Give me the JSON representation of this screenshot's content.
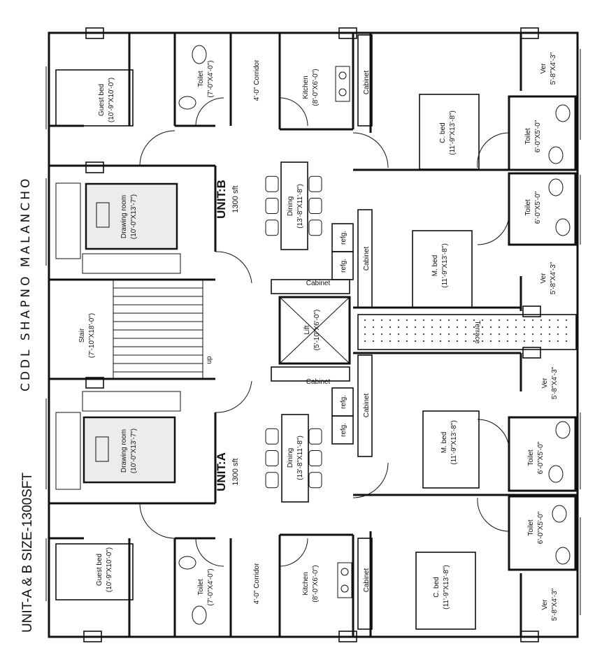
{
  "page": {
    "title": "UNIT-A & B SIZE-1300SFT",
    "handwritten_note": "CDDL SHAPNO MALANCHO"
  },
  "units": {
    "a": {
      "name": "UNIT:A",
      "area": "1300 sft"
    },
    "b": {
      "name": "UNIT:B",
      "area": "1300 sft"
    }
  },
  "rooms": {
    "b_guest_bed": {
      "name": "Guest bed",
      "size": "(10'-9\"X10'-0\")"
    },
    "b_toilet_small": {
      "name": "Toilet",
      "size": "(7'-0\"X4'-0\")"
    },
    "b_corridor": {
      "name": "4'-0\" Corridor"
    },
    "b_kitchen": {
      "name": "Kitchen",
      "size": "(8'-0\"X6'-0\")"
    },
    "b_cabinet_top": {
      "name": "Cabinet"
    },
    "b_ver_top": {
      "name": "Ver",
      "size": "5'-8\"X4'-3\""
    },
    "b_c_bed": {
      "name": "C. bed",
      "size": "(11'-9\"X13'-8\")"
    },
    "b_toilet_1": {
      "name": "Toilet",
      "size": "6'-0\"X5'-0\""
    },
    "b_toilet_2": {
      "name": "Toilet",
      "size": "6'-0\"X5'-0\""
    },
    "b_drawing": {
      "name": "Drawing room",
      "size": "(10'-0\"X13'-7\")"
    },
    "b_dining": {
      "name": "Dining",
      "size": "(13'-8\"X11'-8\")"
    },
    "b_refg_1": {
      "name": "refg."
    },
    "b_refg_2": {
      "name": "refg."
    },
    "b_cabinet_mid": {
      "name": "Cabinet"
    },
    "b_m_bed": {
      "name": "M. bed",
      "size": "(11'-9\"X13'-8\")"
    },
    "b_ver_mid": {
      "name": "Ver",
      "size": "5'-8\"X4'-3\""
    },
    "cabinet_lift_top": {
      "name": "Cabinet"
    },
    "stair": {
      "name": "Stair",
      "size": "(7'-10\"X18'-0\")",
      "up": "up"
    },
    "lift": {
      "name": "Lift",
      "size": "(5'-10\"X6'-0\")"
    },
    "terrace": {
      "name": "Terrace"
    },
    "cabinet_lift_bottom": {
      "name": "Cabinet"
    },
    "a_ver_mid": {
      "name": "Ver",
      "size": "5'-8\"X4'-3\""
    },
    "a_refg_1": {
      "name": "refg."
    },
    "a_refg_2": {
      "name": "refg."
    },
    "a_cabinet_mid": {
      "name": "Cabinet"
    },
    "a_drawing": {
      "name": "Drawing room",
      "size": "(10'-0\"X13'-7\")"
    },
    "a_dining": {
      "name": "Dining",
      "size": "(13'-8\"X11'-8\")"
    },
    "a_m_bed": {
      "name": "M. bed",
      "size": "(11'-9\"X13'-8\")"
    },
    "a_toilet_1": {
      "name": "Toilet",
      "size": "6'-0\"X5'-0\""
    },
    "a_toilet_2": {
      "name": "Toilet",
      "size": "6'-0\"X5'-0\""
    },
    "a_guest_bed": {
      "name": "Guest bed",
      "size": "(10'-9\"X10'-0\")"
    },
    "a_toilet_small": {
      "name": "Toilet",
      "size": "(7'-0\"X4'-0\")"
    },
    "a_corridor": {
      "name": "4'-0\" Corridor"
    },
    "a_kitchen": {
      "name": "Kitchen",
      "size": "(8'-0\"X6'-0\")"
    },
    "a_cabinet_bottom": {
      "name": "Cabinet"
    },
    "a_c_bed": {
      "name": "C. bed",
      "size": "(11'-9\"X13'-8\")"
    },
    "a_ver_bottom": {
      "name": "Ver",
      "size": "5'-8\"X4'-3\""
    }
  }
}
